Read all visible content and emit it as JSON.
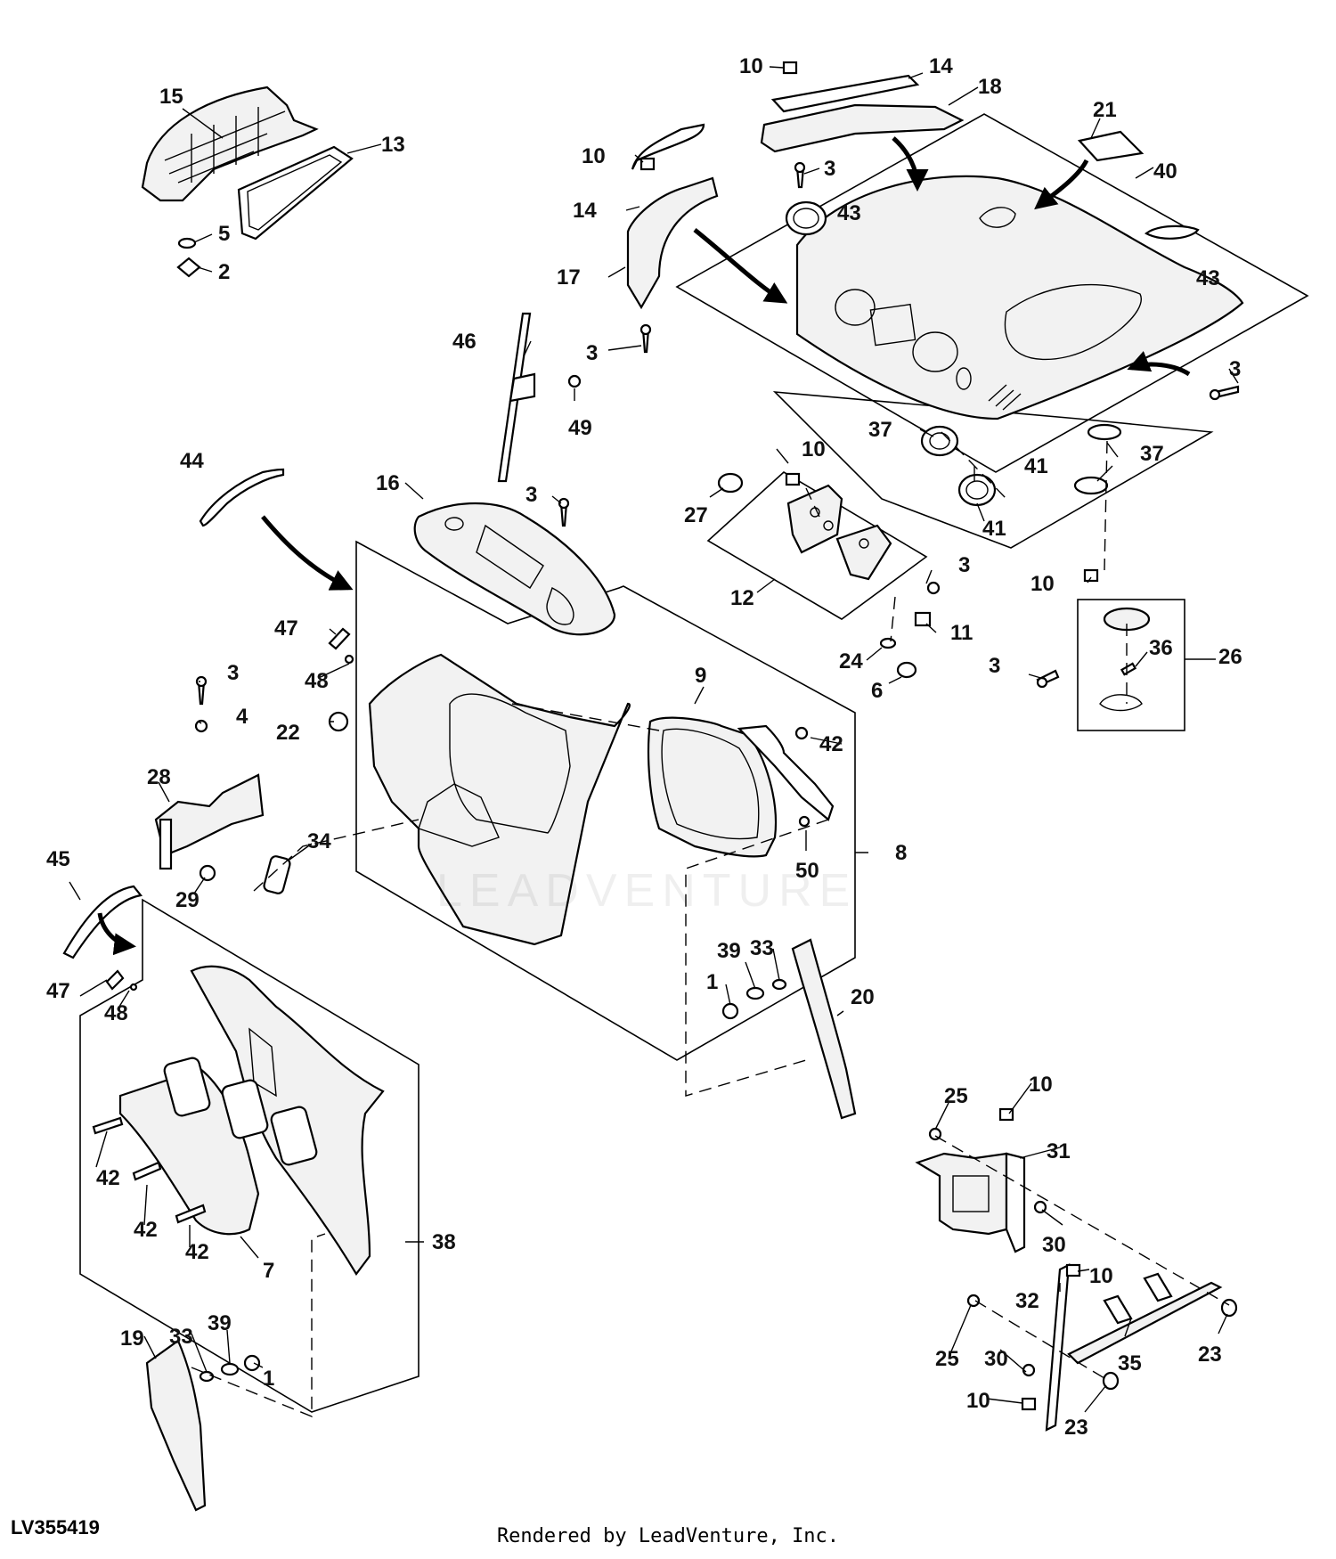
{
  "diagram": {
    "document_id": "LV355419",
    "credit": "Rendered by LeadVenture, Inc.",
    "watermark": "LEADVENTURE",
    "callouts": [
      "1",
      "2",
      "3",
      "4",
      "5",
      "6",
      "7",
      "8",
      "9",
      "10",
      "11",
      "12",
      "13",
      "14",
      "15",
      "16",
      "17",
      "18",
      "19",
      "20",
      "21",
      "22",
      "23",
      "24",
      "25",
      "26",
      "27",
      "28",
      "29",
      "30",
      "31",
      "32",
      "33",
      "34",
      "35",
      "36",
      "37",
      "38",
      "39",
      "40",
      "41",
      "42",
      "43",
      "44",
      "45",
      "46",
      "47",
      "48",
      "49",
      "50"
    ]
  }
}
